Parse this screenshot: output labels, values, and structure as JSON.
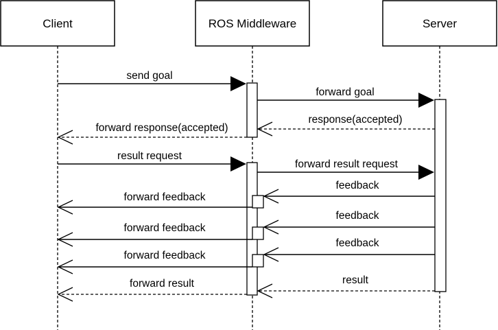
{
  "participants": {
    "client": "Client",
    "middleware": "ROS Middleware",
    "server": "Server"
  },
  "messages": {
    "send_goal": "send goal",
    "forward_goal": "forward goal",
    "response_accepted": "response(accepted)",
    "forward_response_accepted": "forward response(accepted)",
    "result_request": "result request",
    "forward_result_request": "forward result request",
    "feedback_1": "feedback",
    "forward_feedback_1": "forward feedback",
    "feedback_2": "feedback",
    "forward_feedback_2": "forward feedback",
    "feedback_3": "feedback",
    "forward_feedback_3": "forward feedback",
    "result": "result",
    "forward_result": "forward result"
  }
}
